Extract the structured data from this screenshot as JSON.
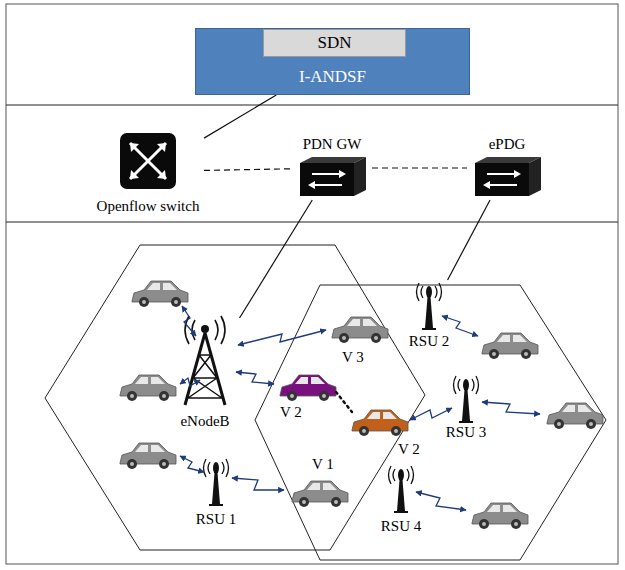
{
  "diagram": {
    "nodes": [
      {
        "text": [
          "I-ANDSF"
        ]
      },
      {
        "text": [
          "SDN"
        ],
        "in": 0
      },
      {
        "text": [
          "Openflow switch"
        ]
      },
      {
        "text": [
          "PDN GW"
        ]
      },
      {
        "text": [
          "ePDG"
        ]
      },
      {
        "text": [
          "eNodeB"
        ]
      },
      {
        "text": [
          "RSU 2"
        ]
      },
      {
        "text": [
          "RSU 3"
        ]
      },
      {
        "text": [
          "RSU 1"
        ]
      },
      {
        "text": [
          "RSU 4"
        ]
      }
    ],
    "edges": [
      {
        "from": 0,
        "to": 2,
        "arrow": "none"
      },
      {
        "from": 2,
        "to": 3,
        "arrow": "none"
      },
      {
        "from": 3,
        "to": 4,
        "arrow": "none"
      },
      {
        "from": 3,
        "to": 5,
        "arrow": "none"
      },
      {
        "from": 4,
        "to": 6,
        "arrow": "none"
      }
    ],
    "labels": [
      "V 3",
      "V 2",
      "V 2",
      "V 1"
    ]
  }
}
